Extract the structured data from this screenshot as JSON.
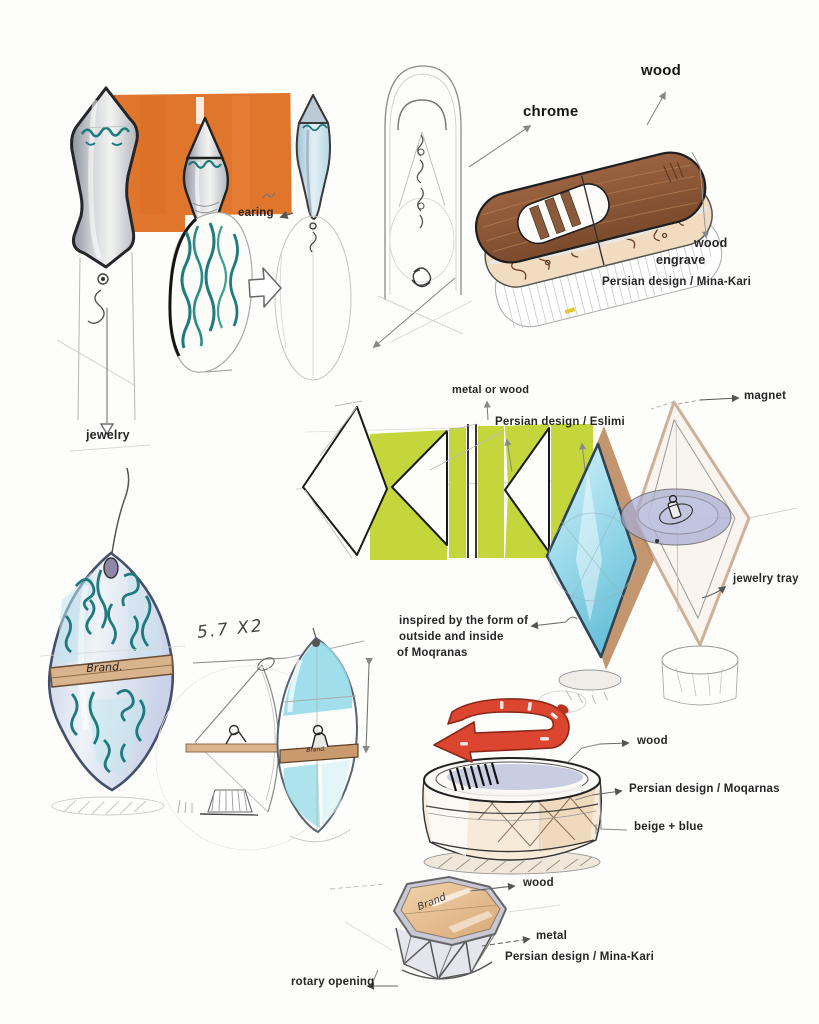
{
  "palette": {
    "orange": "#e0752c",
    "chartreuse": "#c4d63c",
    "red": "#dc4530",
    "teal": "#1f7a7d",
    "cyan": "#8fd6e8",
    "wood": "#8a5a3c",
    "beige": "#ecd2b0",
    "lavender": "#a9aed6",
    "pencil": "#999999",
    "ink": "#222222"
  },
  "labels": {
    "earring": "earing",
    "jewelry": "jewelry",
    "wood_top": "wood",
    "chrome": "chrome",
    "wood_engrave_1": "wood",
    "wood_engrave_2": "engrave",
    "mina_kari_top": "Persian design / Mina-Kari",
    "metal_or_wood": "metal or wood",
    "eslimi": "Persian design / Eslimi",
    "magnet": "magnet",
    "jewelry_tray": "jewelry tray",
    "inspired_1": "inspired by the form of",
    "inspired_2": "outside and inside",
    "inspired_3": "of Moqranas",
    "dimension_note": "5.7 X2",
    "wood_mid": "wood",
    "moqarnas": "Persian design / Moqarnas",
    "beige_blue": "beige + blue",
    "wood_bottom": "wood",
    "metal": "metal",
    "mina_kari_bottom": "Persian design / Mina-Kari",
    "rotary_opening": "rotary opening"
  },
  "handwritten": {
    "brand_pendant": "Brand.",
    "brand_capsule": "Brand.",
    "brand_octagon": "Brand"
  }
}
